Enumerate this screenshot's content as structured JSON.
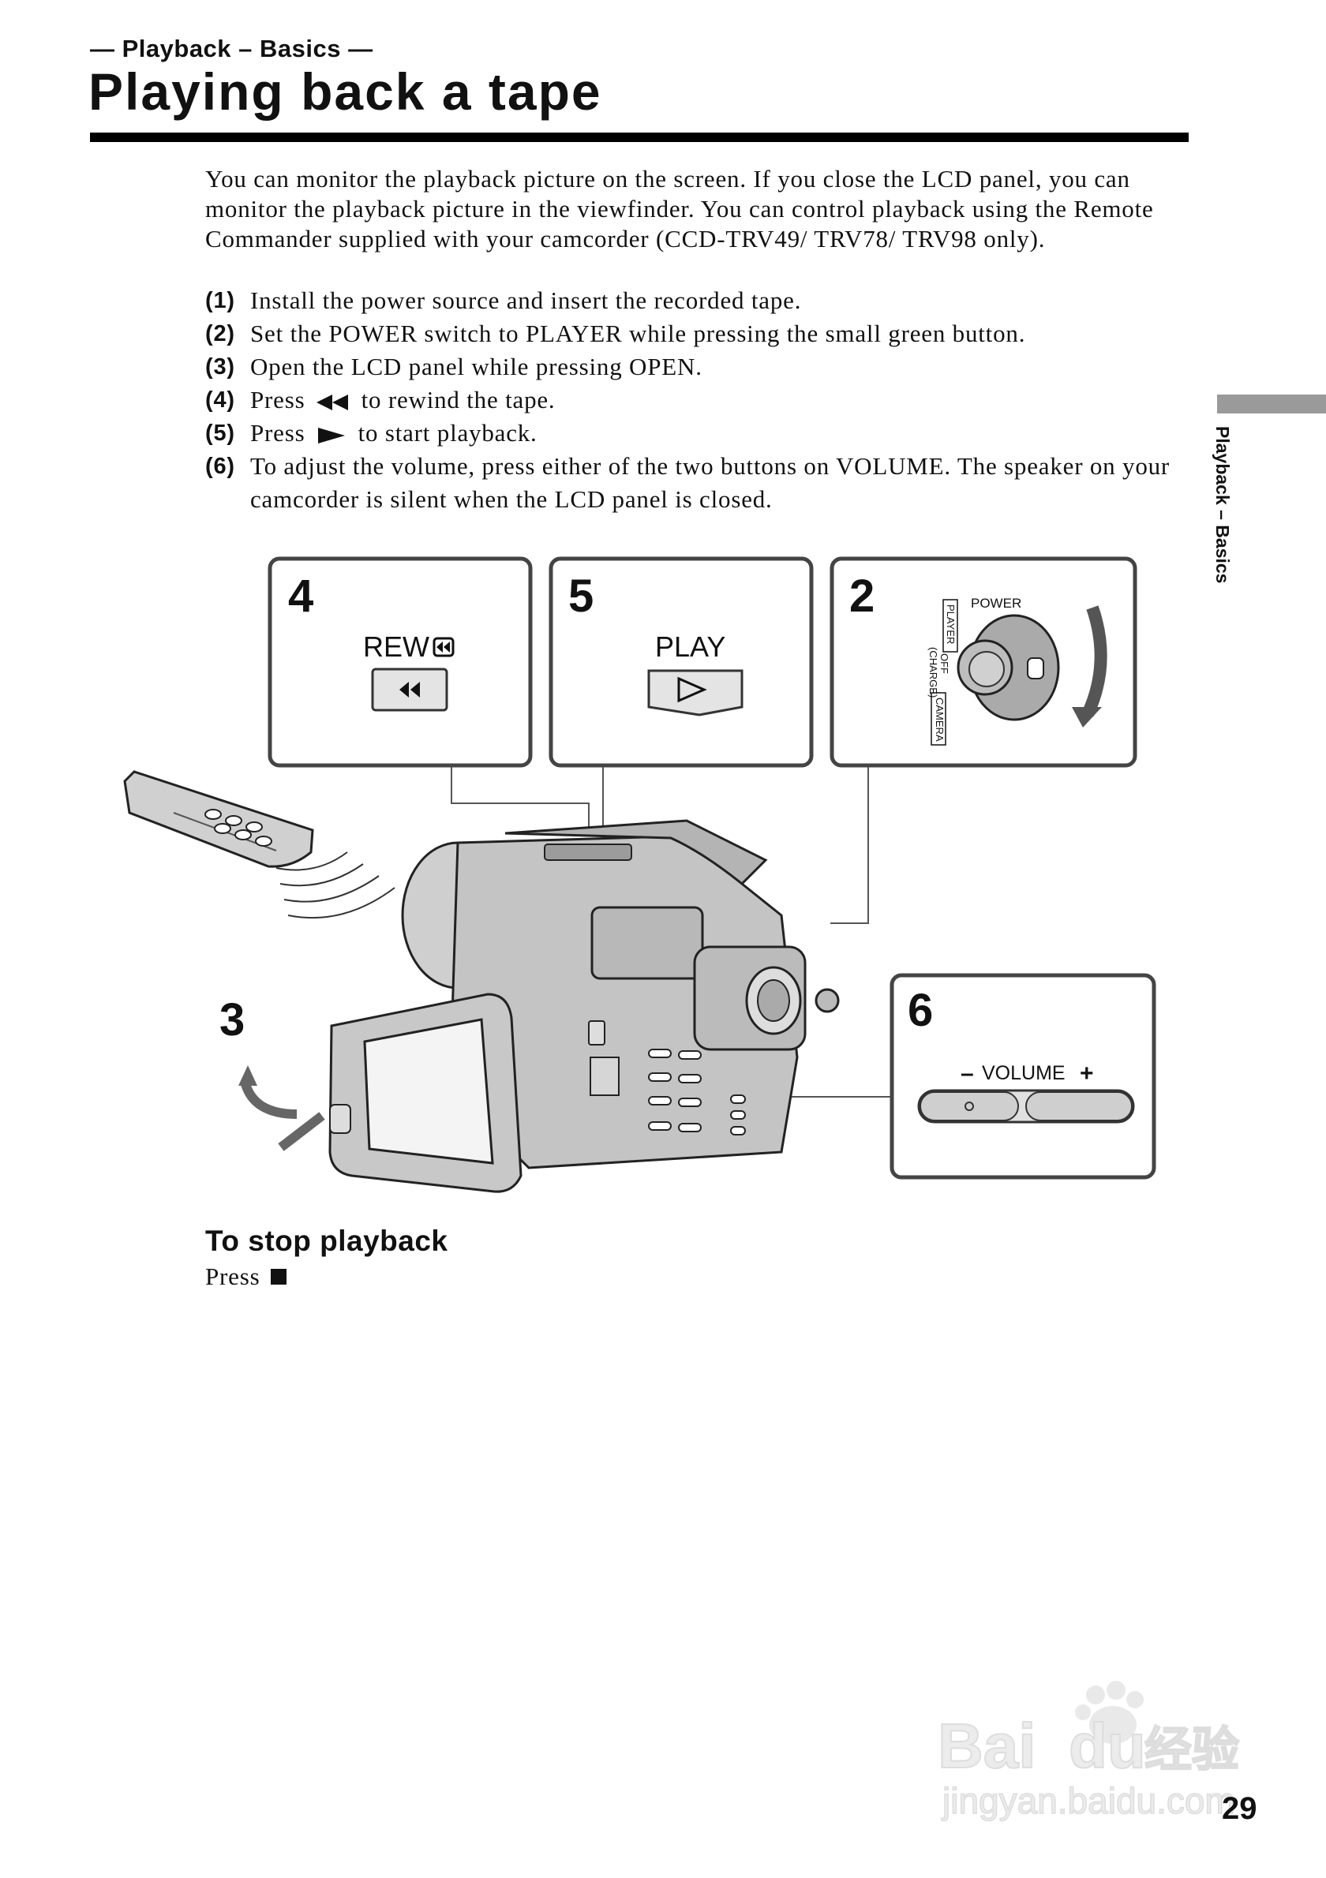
{
  "header": {
    "section_label": "— Playback – Basics —",
    "title": "Playing back a tape"
  },
  "intro": "You can monitor the playback picture on the screen. If you close the LCD panel, you can monitor the playback picture in the viewfinder. You can control playback using the Remote Commander supplied with your camcorder (CCD-TRV49/ TRV78/ TRV98 only).",
  "steps": [
    {
      "num": "(1)",
      "text": "Install the power source and insert the recorded tape."
    },
    {
      "num": "(2)",
      "text": "Set the POWER switch to PLAYER while pressing the small green button."
    },
    {
      "num": "(3)",
      "text": "Open the LCD panel while pressing OPEN."
    },
    {
      "num": "(4)",
      "text_before": "Press",
      "icon": "rewind-icon",
      "text_after": "to rewind the tape."
    },
    {
      "num": "(5)",
      "text_before": "Press",
      "icon": "play-icon",
      "text_after": "to start playback."
    },
    {
      "num": "(6)",
      "text": "To adjust the volume, press either of the two buttons on VOLUME. The speaker on your camcorder is silent when the LCD panel is closed."
    }
  ],
  "side_tab": {
    "label": "Playback – Basics",
    "color": "#9a9a9a"
  },
  "illustration": {
    "box_rew": {
      "step": "4",
      "label": "REW",
      "icon": "rewind-icon"
    },
    "box_play": {
      "step": "5",
      "label": "PLAY",
      "icon": "play-outline-icon"
    },
    "box_power": {
      "step": "2",
      "power_label": "POWER",
      "positions": [
        "PLAYER",
        "OFF",
        "(CHARGE)",
        "CAMERA"
      ]
    },
    "box_volume": {
      "step": "6",
      "minus": "–",
      "label": "VOLUME",
      "plus": "+"
    },
    "step3_label": "3"
  },
  "stop": {
    "heading": "To stop playback",
    "text": "Press",
    "icon": "stop-icon"
  },
  "watermark": {
    "brand_a": "Bai",
    "brand_b": "du",
    "brand_cn": "经验",
    "url": "jingyan.baidu.com"
  },
  "page_number": "29"
}
